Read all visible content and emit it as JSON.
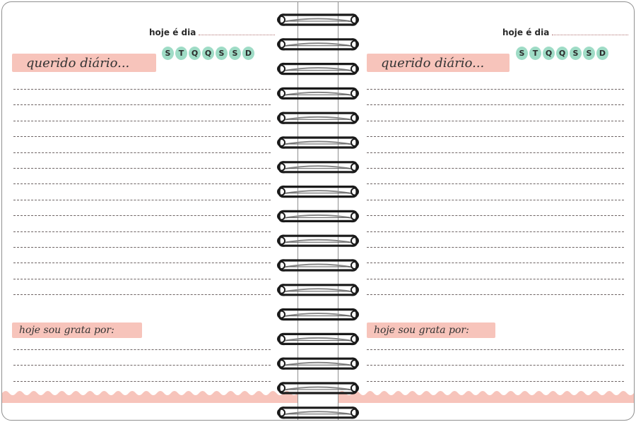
{
  "pages": [
    {
      "side": "left",
      "date_label": "hoje é dia",
      "days": [
        "S",
        "T",
        "Q",
        "Q",
        "S",
        "S",
        "D"
      ],
      "title": "querido diário...",
      "gratitude_label": "hoje sou grata por:"
    },
    {
      "side": "right",
      "date_label": "hoje é dia",
      "days": [
        "S",
        "T",
        "Q",
        "Q",
        "S",
        "S",
        "D"
      ],
      "title": "querido diário...",
      "gratitude_label": "hoje sou grata por:"
    }
  ],
  "colors": {
    "band_pink": "#f7c4bb",
    "day_mint": "#9fdcc6",
    "line": "#6d6363",
    "wave": "#f7c4bb",
    "ring": "#1a1a1a"
  }
}
